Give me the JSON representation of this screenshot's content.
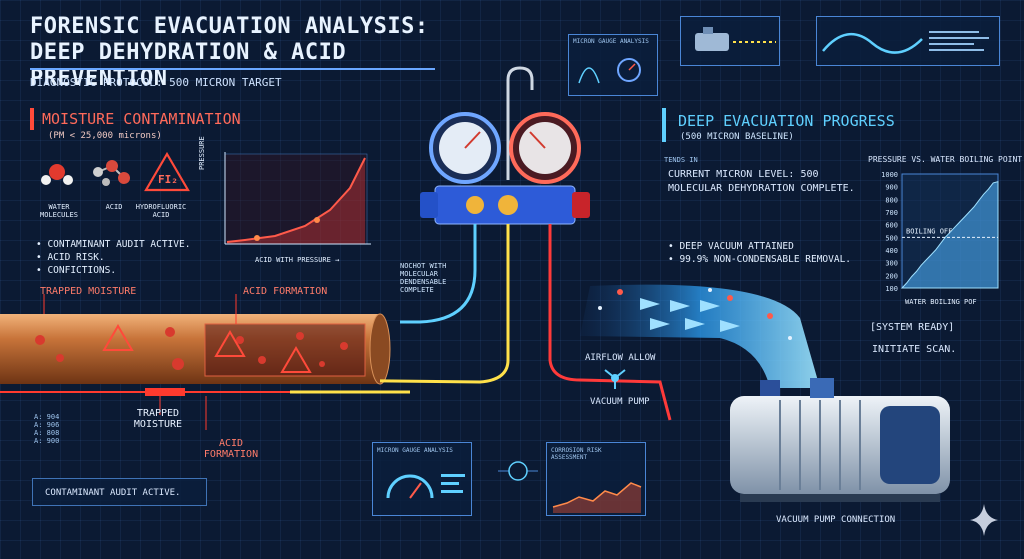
{
  "header": {
    "title_line1": "FORENSIC EVACUATION ANALYSIS:",
    "title_line2": "DEEP DEHYDRATION & ACID PREVENTION",
    "subtitle": "DIAGNOSTIC PROTOCOL: 500 MICRON TARGET"
  },
  "moisture": {
    "heading": "MOISTURE CONTAMINATION",
    "sub": "(PM < 25,000 microns)",
    "icons": [
      {
        "label": "WATER MOLECULES"
      },
      {
        "label": "ACID"
      },
      {
        "label": "HYDROFLUORIC ACID",
        "symbol": "FI₂"
      }
    ],
    "bullets": [
      "• CONTAMINANT AUDIT ACTIVE.",
      "• ACID RISK.",
      "• CONFICTIONS."
    ],
    "chart": {
      "ylabel": "PRESSURE",
      "xlabel": "ACID WITH PRESSURE →"
    }
  },
  "pipe": {
    "trapped_top": "TRAPPED MOISTURE",
    "acid_top": "ACID FORMATION",
    "trapped_bottom": "TRAPPED MOISTURE",
    "acid_bottom": "ACID FORMATION",
    "scale": [
      "A: 904",
      "A: 906",
      "A: 808",
      "A: 900"
    ]
  },
  "audit_box": "CONTAMINANT AUDIT ACTIVE.",
  "gauge": {
    "note": "NOCHOT WITH MOLECULAR DENDENSABLE COMPLETE"
  },
  "top_panel": {
    "title": "MICRON GAUGE ANALYSIS"
  },
  "deep": {
    "heading": "DEEP EVACUATION PROGRESS",
    "sub": "(500 MICRON BASELINE)",
    "tag": "TENDS IN",
    "status": "CURRENT MICRON LEVEL: 500 MOLECULAR DEHYDRATION COMPLETE.",
    "bullets": [
      "• DEEP VACUUM ATTAINED",
      "• 99.9% NON-CONDENSABLE REMOVAL."
    ]
  },
  "chart_data": {
    "type": "area",
    "title": "PRESSURE VS. WATER BOILING POINT",
    "xlabel": "WATER BOILING POF",
    "ylabel": "",
    "yticks": [
      1000,
      900,
      800,
      700,
      600,
      500,
      400,
      300,
      200,
      100
    ],
    "ylim": [
      100,
      1000
    ],
    "annotation": "BOILING OFF",
    "threshold": 500,
    "series": [
      {
        "values": [
          100,
          140,
          190,
          230,
          280,
          320,
          360,
          400,
          450,
          500,
          540,
          580,
          620,
          660,
          700,
          740,
          790,
          840,
          880,
          930,
          940
        ]
      }
    ]
  },
  "system": {
    "ready": "[SYSTEM READY]",
    "scan": "INITIATE SCAN."
  },
  "flow": {
    "airflow": "AIRFLOW ALLOW",
    "pump": "VACUUM PUMP"
  },
  "bottom_panels": [
    {
      "title": "MICRON GAUGE ANALYSIS"
    },
    {
      "title": "CORROSION RISK ASSESSMENT"
    }
  ],
  "pump_label": "VACUUM PUMP CONNECTION",
  "colors": {
    "bg": "#0b1a33",
    "accent_blue": "#5fd0ff",
    "accent_red": "#ff6a5a",
    "copper": "#c8743a",
    "hose_yellow": "#ffe14a"
  }
}
